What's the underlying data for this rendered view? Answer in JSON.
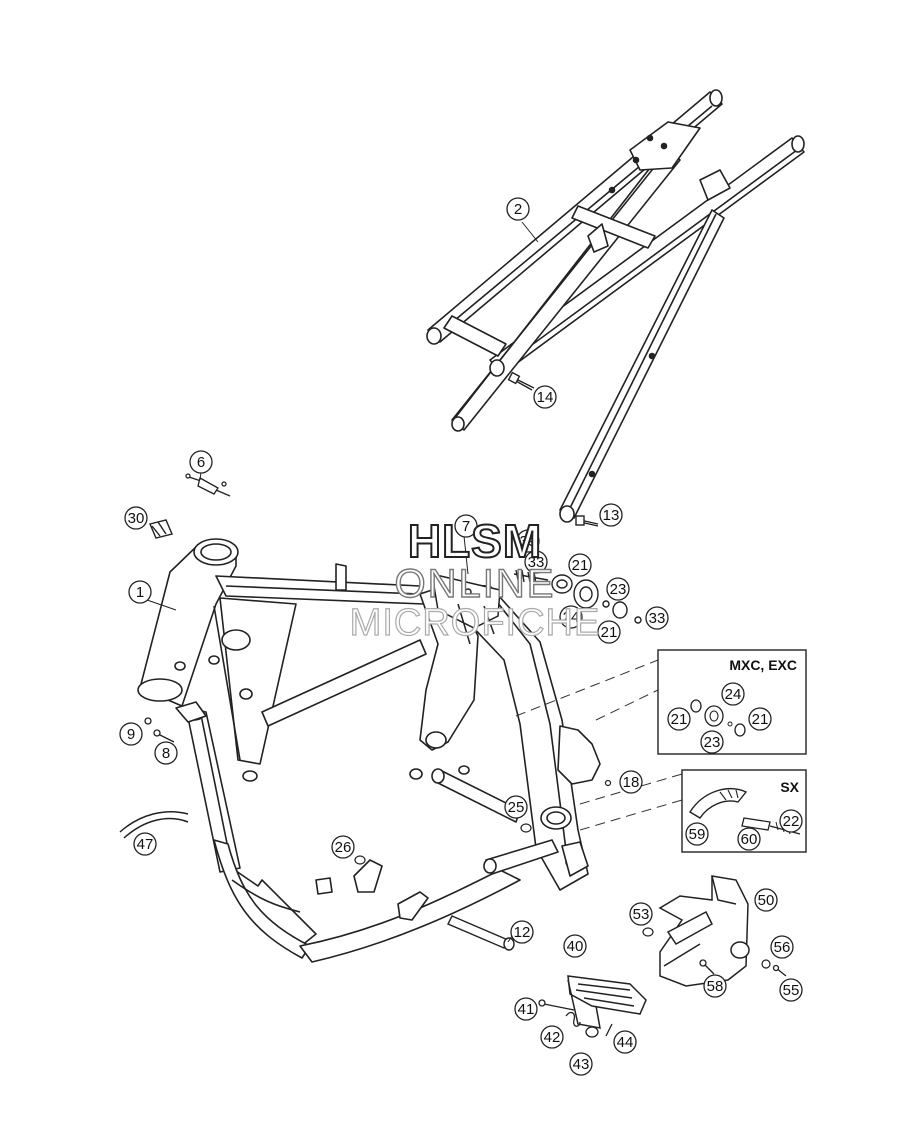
{
  "watermark": {
    "line1": "HLSM",
    "line2": "ONLINE",
    "line3": "MICROFICHE"
  },
  "panels": {
    "mxc_exc": {
      "title": "MXC, EXC"
    },
    "sx": {
      "title": "SX"
    }
  },
  "callouts": {
    "c1": "1",
    "c2": "2",
    "c6": "6",
    "c7": "7",
    "c8": "8",
    "c9": "9",
    "c12": "12",
    "c13": "13",
    "c14": "14",
    "c18": "18",
    "c21a": "21",
    "c21b": "21",
    "c21c": "21",
    "c21d": "21",
    "c22": "22",
    "c23a": "23",
    "c23b": "23",
    "c24a": "24",
    "c24b": "24",
    "c25": "25",
    "c26": "26",
    "c30": "30",
    "c33a": "33",
    "c33b": "33",
    "c39": "39",
    "c40": "40",
    "c41": "41",
    "c42": "42",
    "c43": "43",
    "c44": "44",
    "c47": "47",
    "c50": "50",
    "c53": "53",
    "c55": "55",
    "c56": "56",
    "c58": "58",
    "c59": "59",
    "c60": "60"
  }
}
